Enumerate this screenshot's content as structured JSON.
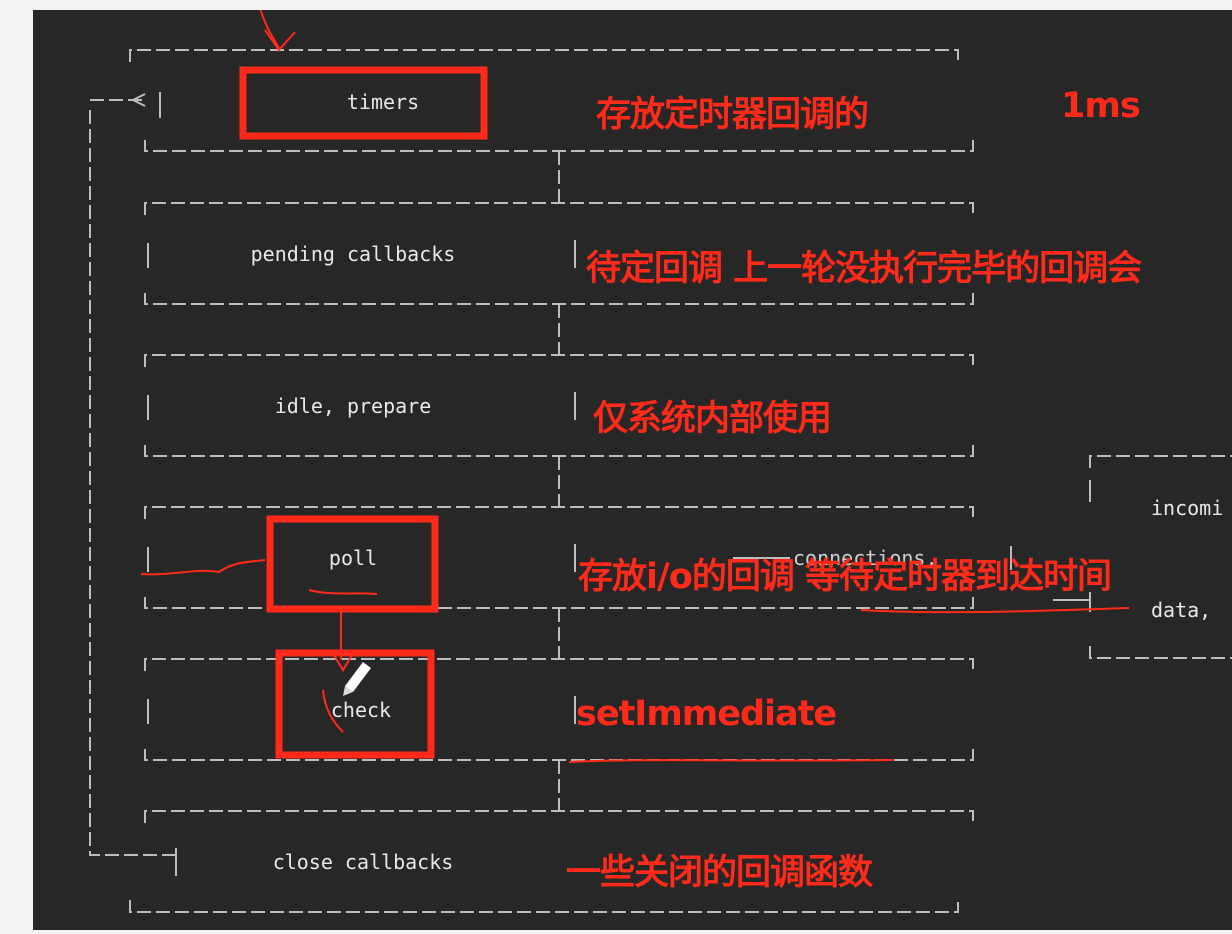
{
  "phases": [
    {
      "id": "timers",
      "label": "timers",
      "note": "存放定时器回调的"
    },
    {
      "id": "pending",
      "label": "pending callbacks",
      "note": "待定回调 上一轮没执行完毕的回调会"
    },
    {
      "id": "idle",
      "label": "idle, prepare",
      "note": "仅系统内部使用"
    },
    {
      "id": "poll",
      "label": "poll",
      "note": "存放i/o的回调  等待定时器到达时间"
    },
    {
      "id": "check",
      "label": "check",
      "note": "setImmediate"
    },
    {
      "id": "close",
      "label": "close callbacks",
      "note": "一些关闭的回调函数"
    }
  ],
  "timers_extra_note": "1ms",
  "io_box": {
    "line1": "incomi",
    "line2": "data,"
  },
  "poll_connector_text": "connections,",
  "colors": {
    "annotation": "#ff2a1a",
    "background": "#272727",
    "text": "#e8e8e8"
  }
}
